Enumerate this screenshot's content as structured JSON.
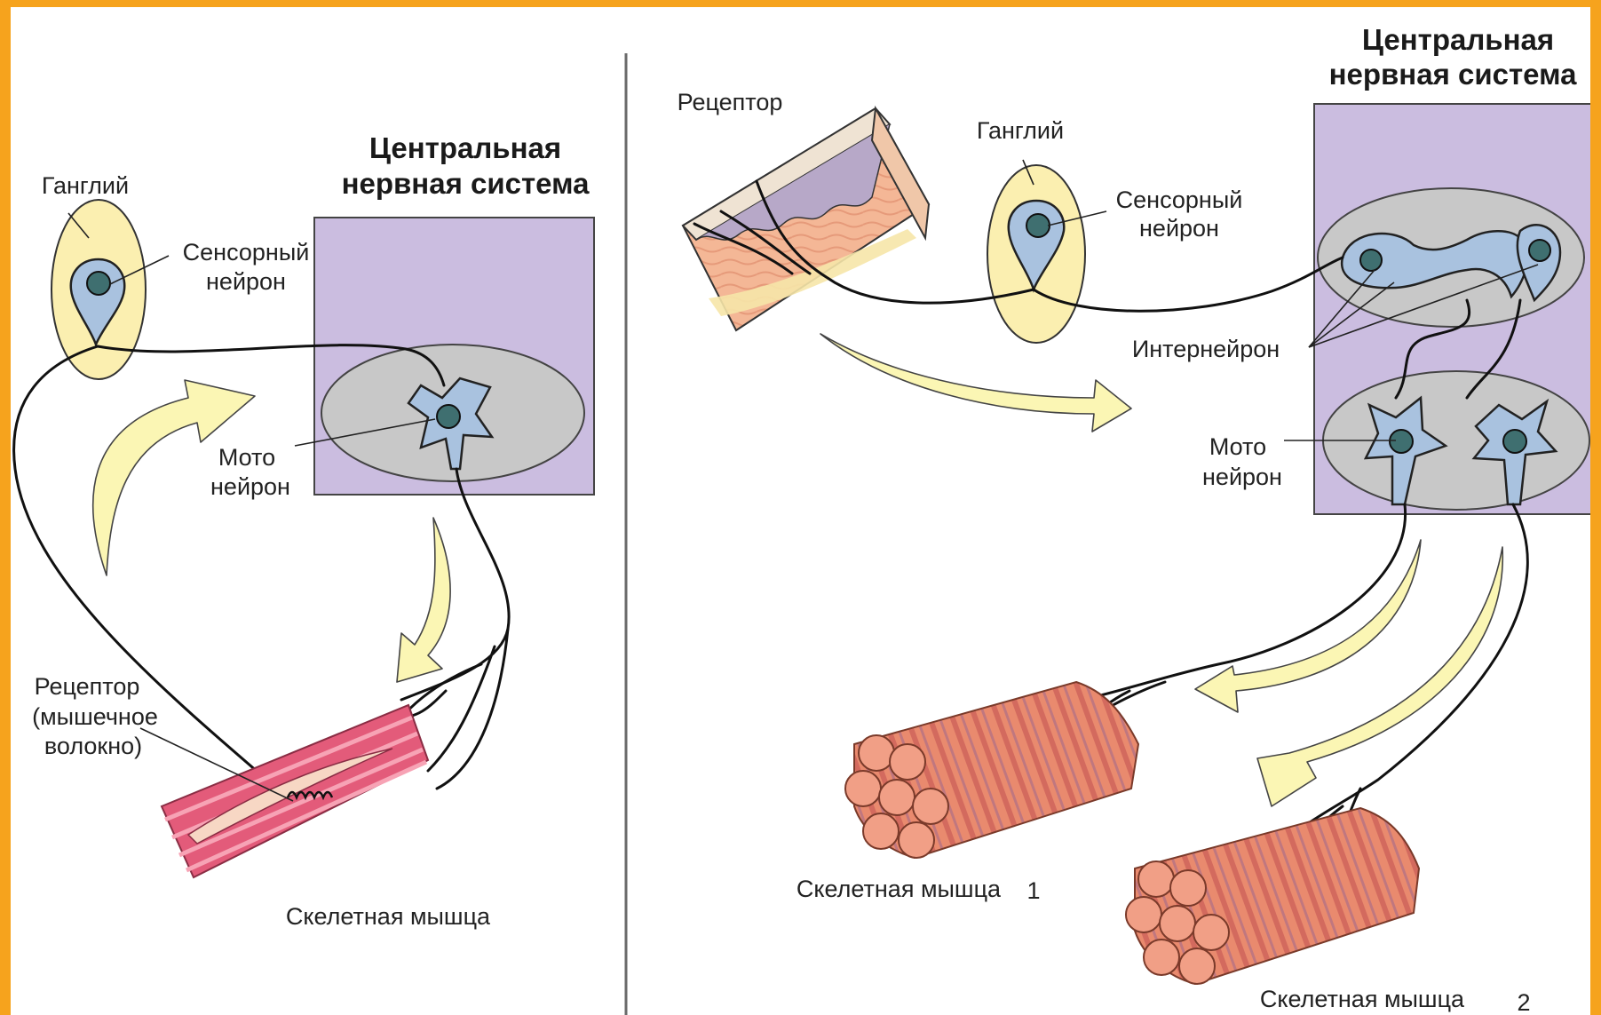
{
  "left": {
    "title_line1": "Центральная",
    "title_line2": "нервная система",
    "ganglion": "Ганглий",
    "sensory_line1": "Сенсорный",
    "sensory_line2": "нейрон",
    "moto_line1": "Мото",
    "moto_line2": "нейрон",
    "receptor_line1": "Рецептор",
    "receptor_line2": "(мышечное",
    "receptor_line3": "волокно)",
    "muscle": "Скелетная мышца"
  },
  "right": {
    "title_line1": "Центральная",
    "title_line2": "нервная система",
    "receptor": "Рецептор",
    "ganglion": "Ганглий",
    "sensory_line1": "Сенсорный",
    "sensory_line2": "нейрон",
    "interneuron": "Интернейрон",
    "moto_line1": "Мото",
    "moto_line2": "нейрон",
    "muscle1": "Скелетная мышца",
    "muscle1_num": "1",
    "muscle2": "Скелетная мышца",
    "muscle2_num": "2"
  },
  "colors": {
    "background_border": "#f6a31d",
    "cns_box": "#cbbde0",
    "gray_matter": "#c8c8c8",
    "ganglion": "#fbefb0",
    "neuron": "#a9c2df",
    "nucleus": "#3f6f70",
    "muscle": "#e35b7a",
    "fiber_bundle": "#e88a6f",
    "arrow": "#fbf6b4"
  }
}
